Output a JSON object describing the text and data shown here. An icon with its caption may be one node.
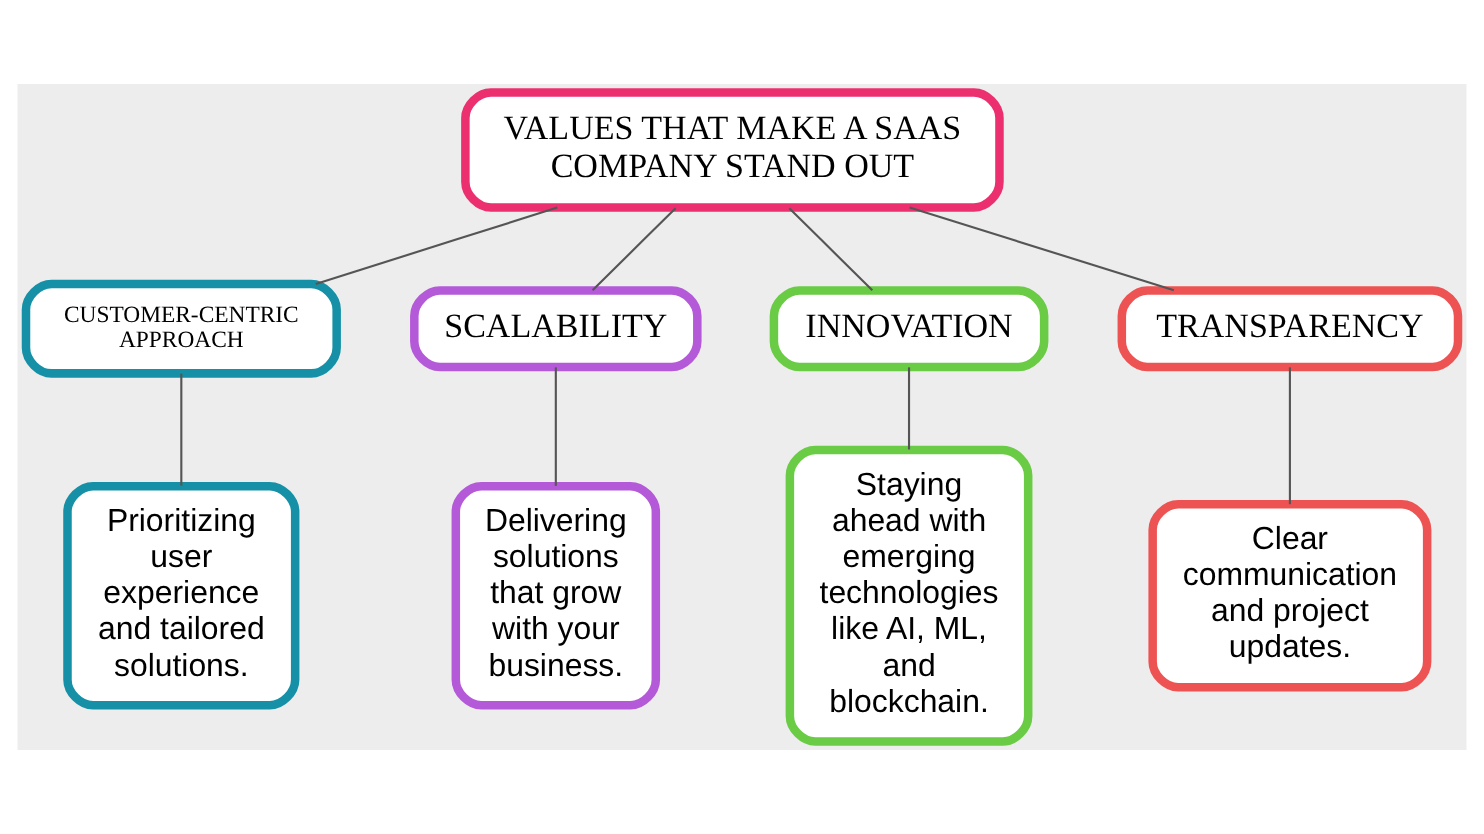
{
  "diagram": {
    "nodes": [
      {
        "text": [
          "VALUES THAT MAKE A SAAS COMPANY STAND OUT"
        ]
      },
      {
        "text": [
          "CUSTOMER-CENTRIC APPROACH"
        ]
      },
      {
        "text": [
          "SCALABILITY"
        ]
      },
      {
        "text": [
          "INNOVATION"
        ]
      },
      {
        "text": [
          "TRANSPARENCY"
        ]
      },
      {
        "text": [
          "Prioritizing user experience and tailored solutions."
        ]
      },
      {
        "text": [
          "Delivering solutions that grow with your business."
        ]
      },
      {
        "text": [
          "Staying ahead with emerging technologies like AI, ML, and blockchain."
        ]
      },
      {
        "text": [
          "Clear communication and project updates."
        ]
      }
    ],
    "edges": [
      {
        "from": 0,
        "to": 1,
        "arrow": "none"
      },
      {
        "from": 0,
        "to": 2,
        "arrow": "none"
      },
      {
        "from": 0,
        "to": 3,
        "arrow": "none"
      },
      {
        "from": 0,
        "to": 4,
        "arrow": "none"
      },
      {
        "from": 1,
        "to": 5,
        "arrow": "none"
      },
      {
        "from": 2,
        "to": 6,
        "arrow": "none"
      },
      {
        "from": 3,
        "to": 7,
        "arrow": "none"
      },
      {
        "from": 4,
        "to": 8,
        "arrow": "none"
      }
    ]
  }
}
